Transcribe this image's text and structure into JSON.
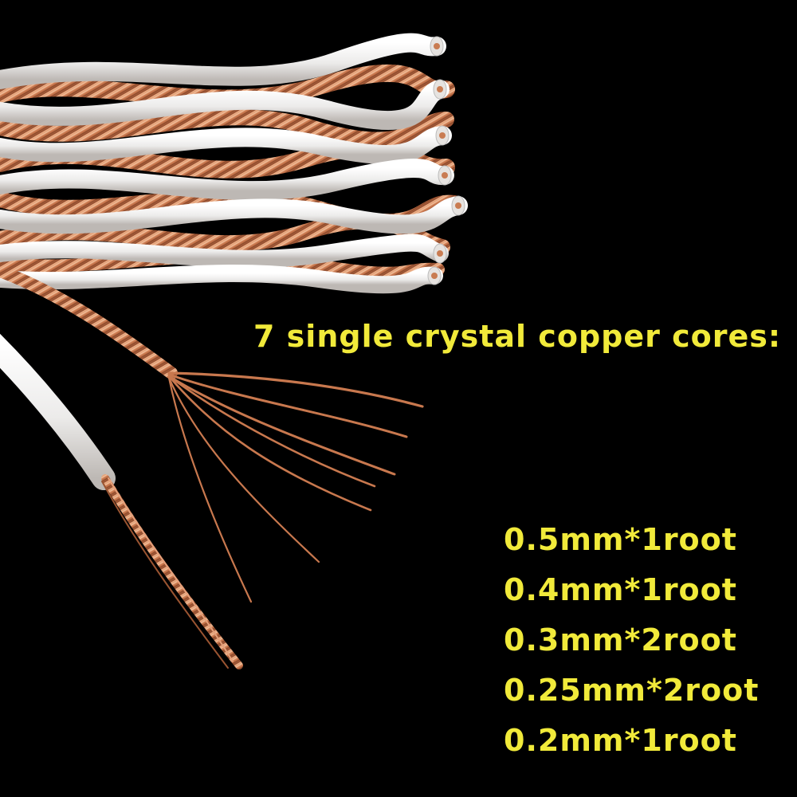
{
  "headline": "7 single crystal copper cores:",
  "specs": [
    "0.5mm*1root",
    "0.4mm*1root",
    "0.3mm*2root",
    "0.25mm*2root",
    "0.2mm*1root"
  ],
  "colors": {
    "background": "#000000",
    "text": "#f1ea3a",
    "copper": "#c97c52",
    "insulation": "#f2f0ee"
  }
}
